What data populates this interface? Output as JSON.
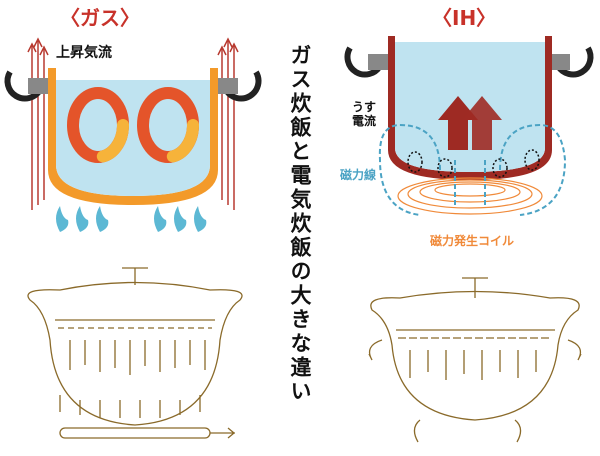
{
  "gas": {
    "title": "〈ガス〉",
    "updraft_label": "上昇気流"
  },
  "ih": {
    "title": "〈IH〉",
    "eddy_current_label": "うす\n電流",
    "field_lines_label": "磁力線",
    "coil_label": "磁力発生コイル"
  },
  "center_title": "ガス炊飯と電気炊飯の大きな違い",
  "colors": {
    "title": "#c8322a",
    "water": "#bfe3f0",
    "pot_gas": "#f39a2a",
    "pot_ih": "#9e2a23",
    "flame": "#5cb8d4",
    "line_art": "#8a6a2a",
    "field": "#4ba3c4",
    "coil": "#f08a3a"
  }
}
